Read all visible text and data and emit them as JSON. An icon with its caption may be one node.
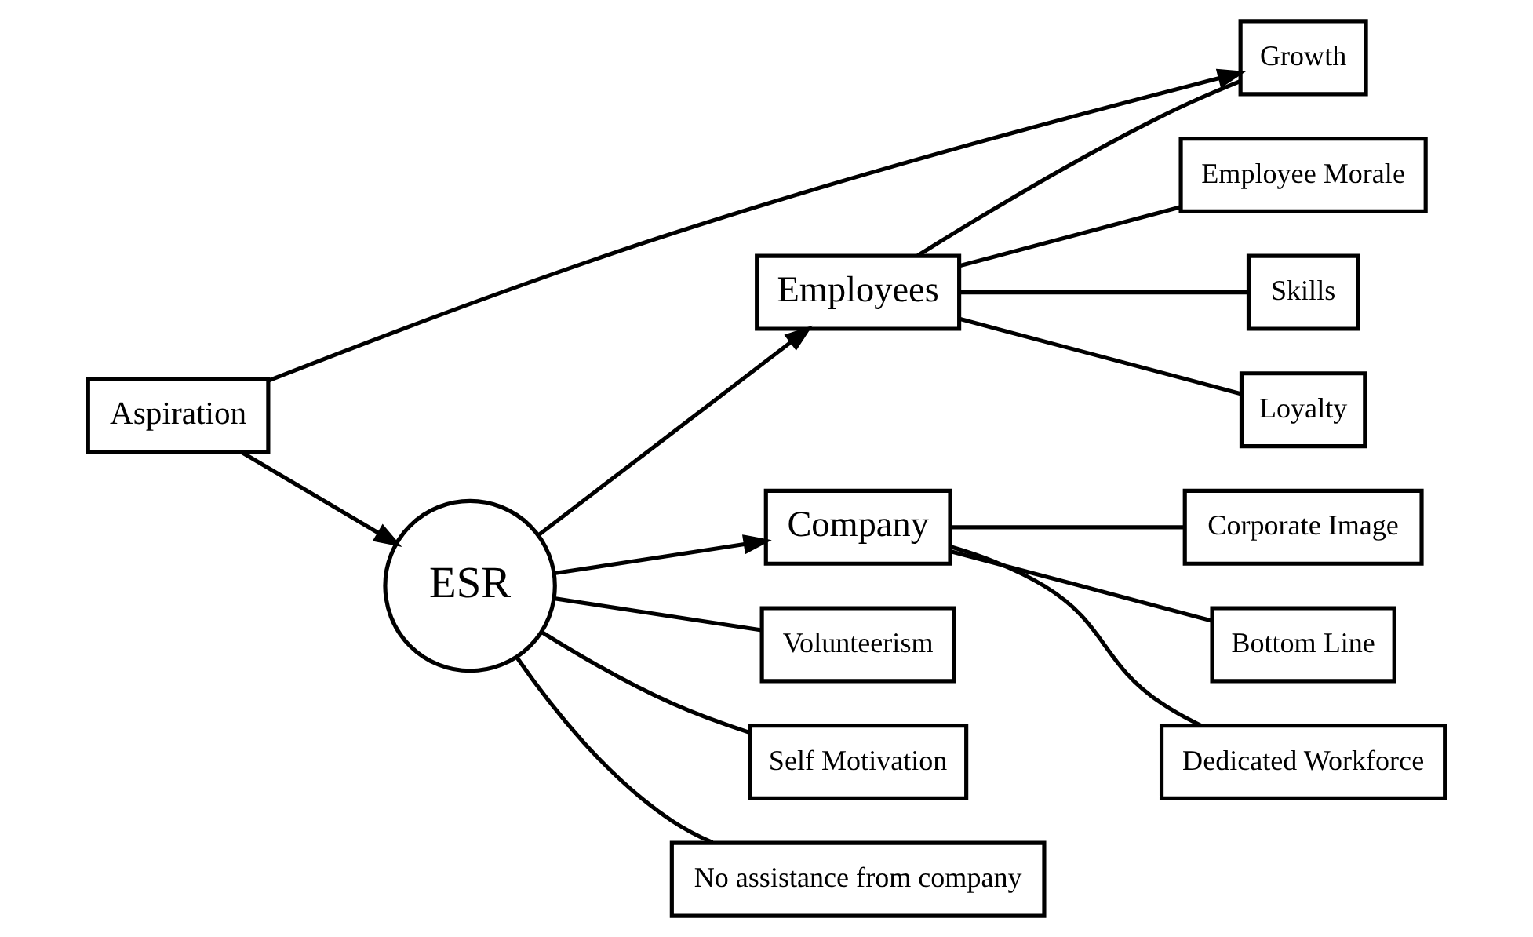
{
  "diagram": {
    "nodes": [
      {
        "text": [
          "Aspiration"
        ]
      },
      {
        "text": [
          "ESR"
        ]
      },
      {
        "text": [
          "Employees"
        ]
      },
      {
        "text": [
          "Company"
        ]
      },
      {
        "text": [
          "Growth"
        ]
      },
      {
        "text": [
          "Employee Morale"
        ]
      },
      {
        "text": [
          "Skills"
        ]
      },
      {
        "text": [
          "Loyalty"
        ]
      },
      {
        "text": [
          "Corporate Image"
        ]
      },
      {
        "text": [
          "Bottom Line"
        ]
      },
      {
        "text": [
          "Dedicated Workforce"
        ]
      },
      {
        "text": [
          "Volunteerism"
        ]
      },
      {
        "text": [
          "Self Motivation"
        ]
      },
      {
        "text": [
          "No assistance from company"
        ]
      }
    ],
    "edges": [
      {
        "from": 0,
        "to": 4,
        "arrow": "to"
      },
      {
        "from": 0,
        "to": 1,
        "arrow": "to"
      },
      {
        "from": 1,
        "to": 2,
        "arrow": "to"
      },
      {
        "from": 1,
        "to": 3,
        "arrow": "to"
      },
      {
        "from": 2,
        "to": 4,
        "arrow": "none"
      },
      {
        "from": 2,
        "to": 5,
        "arrow": "none"
      },
      {
        "from": 2,
        "to": 6,
        "arrow": "none"
      },
      {
        "from": 2,
        "to": 7,
        "arrow": "none"
      },
      {
        "from": 3,
        "to": 8,
        "arrow": "none"
      },
      {
        "from": 3,
        "to": 9,
        "arrow": "none"
      },
      {
        "from": 3,
        "to": 10,
        "arrow": "none"
      },
      {
        "from": 1,
        "to": 11,
        "arrow": "none"
      },
      {
        "from": 1,
        "to": 12,
        "arrow": "none"
      },
      {
        "from": 1,
        "to": 13,
        "arrow": "none"
      }
    ]
  }
}
